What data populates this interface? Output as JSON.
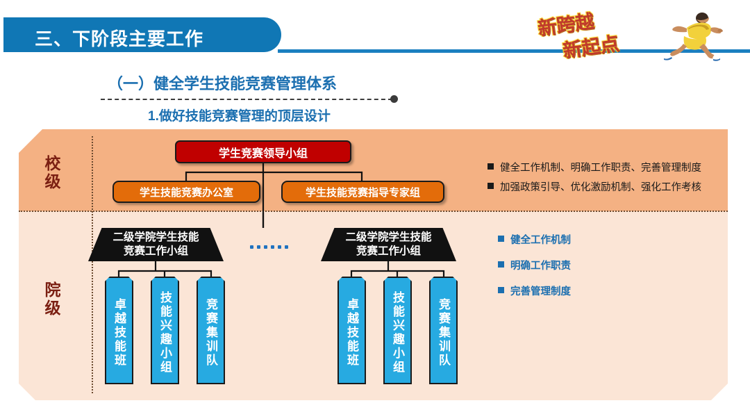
{
  "header": {
    "title": "三、下阶段主要工作",
    "slogan_line_1": "新跨越",
    "slogan_line_2": "新起点",
    "runner_icon": "running-athlete"
  },
  "section": {
    "title": "（一）健全学生技能竞赛管理体系",
    "subtitle": "1.做好技能竞赛管理的顶层设计"
  },
  "diagram": {
    "levels": [
      {
        "label": "校\n级"
      },
      {
        "label": "院\n级"
      }
    ],
    "level_school": "校级",
    "level_college": "院级",
    "lead_group": "学生竞赛领导小组",
    "office": "学生技能竞赛办公室",
    "expert_group": "学生技能竞赛指导专家组",
    "dept_group_1": "二级学院学生技能\n竞赛工作小组",
    "dept_group_2": "二级学院学生技能\n竞赛工作小组",
    "ellipsis_dots": 6,
    "tags_left": [
      "卓越技能班",
      "技能兴趣小组",
      "竞赛集训队"
    ],
    "tags_right": [
      "卓越技能班",
      "技能兴趣小组",
      "竞赛集训队"
    ]
  },
  "bullets_top": [
    "健全工作机制、明确工作职责、完善管理制度",
    "加强政策引导、优化激励机制、强化工作考核"
  ],
  "bullets_bottom": [
    "健全工作机制",
    "明确工作职责",
    "完善管理制度"
  ],
  "colors": {
    "header_blue": "#1077b5",
    "accent_blue": "#1b6fb0",
    "panel_top": "#f4b183",
    "panel_bottom": "#fbe5d6",
    "lead_red": "#c00000",
    "orange_box": "#e36c0a",
    "dept_blue": "#1f72c0",
    "tag_blue": "#27aae1",
    "level_label": "#7b1f12"
  }
}
